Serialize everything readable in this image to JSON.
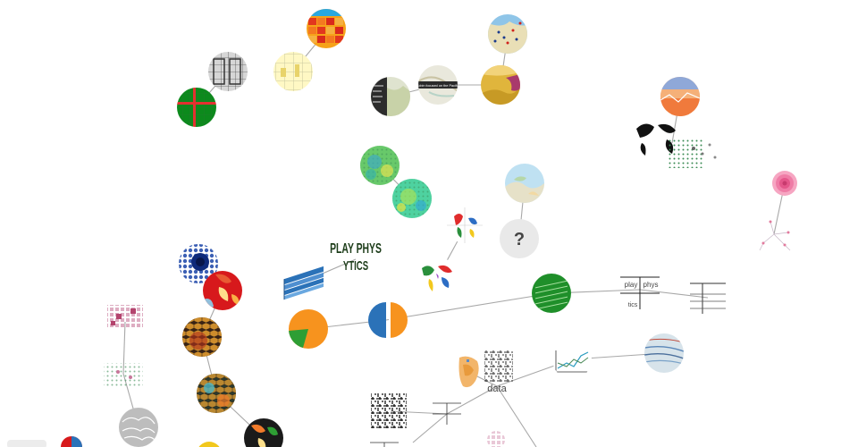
{
  "graph": {
    "unknown_node": {
      "label": "?"
    },
    "display_labels": {
      "top_left": "play",
      "top_right": "phys",
      "bottom": "tics"
    },
    "poster_text": {
      "line1": "PLAY PHYS",
      "line2": "YTICS"
    },
    "map_tooltip": {
      "text": "Tobin focused on the Pacific"
    },
    "data_label": {
      "text": "data"
    },
    "colors": {
      "edge": "#a8a8a8",
      "orange": "#f7931e",
      "green": "#2e9e34",
      "blue": "#2b72b8",
      "red": "#d7191c",
      "yellow": "#fee08b"
    }
  }
}
